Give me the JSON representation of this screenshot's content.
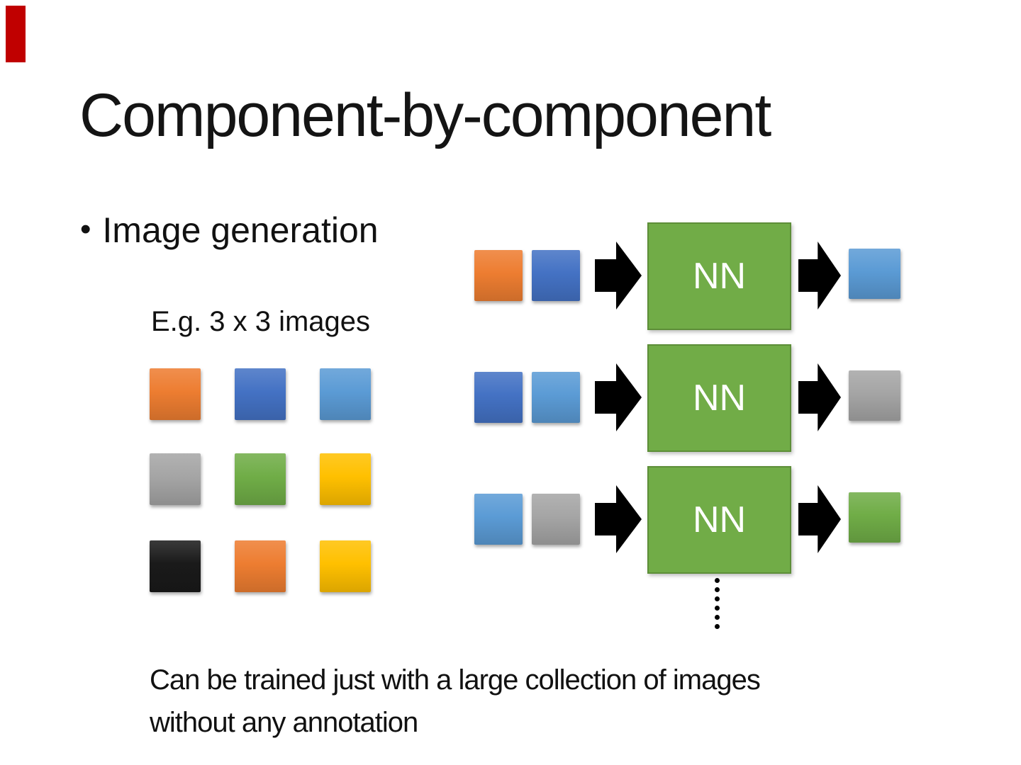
{
  "slide": {
    "title": "Component-by-component",
    "bullet_marker": "•",
    "bullet": "Image generation",
    "example_label": "E.g. 3 x 3 images",
    "caption_line1": "Can be trained just with a large collection of images",
    "caption_line2": "without any annotation"
  },
  "colors": {
    "orange": "#ED7D31",
    "blue": "#4472C4",
    "light_blue": "#5B9BD5",
    "gray": "#A5A5A5",
    "green": "#70AD47",
    "yellow": "#FFC000",
    "black": "#1A1A1A",
    "nn_box_fill": "#71AC47",
    "nn_box_border": "#5D8E38",
    "nn_text": "#FFFFFF",
    "arrow": "#000000",
    "marker_red": "#C00000",
    "text": "#141414"
  },
  "pixel_grid": {
    "rows": [
      [
        "orange",
        "blue",
        "light_blue"
      ],
      [
        "gray",
        "green",
        "yellow"
      ],
      [
        "black",
        "orange",
        "yellow"
      ]
    ]
  },
  "nn_rows": [
    {
      "inputs": [
        "orange",
        "blue"
      ],
      "label": "NN",
      "output": "light_blue"
    },
    {
      "inputs": [
        "blue",
        "light_blue"
      ],
      "label": "NN",
      "output": "gray"
    },
    {
      "inputs": [
        "light_blue",
        "gray"
      ],
      "label": "NN",
      "output": "green"
    }
  ],
  "ellipsis": {
    "dot_count": 6
  }
}
